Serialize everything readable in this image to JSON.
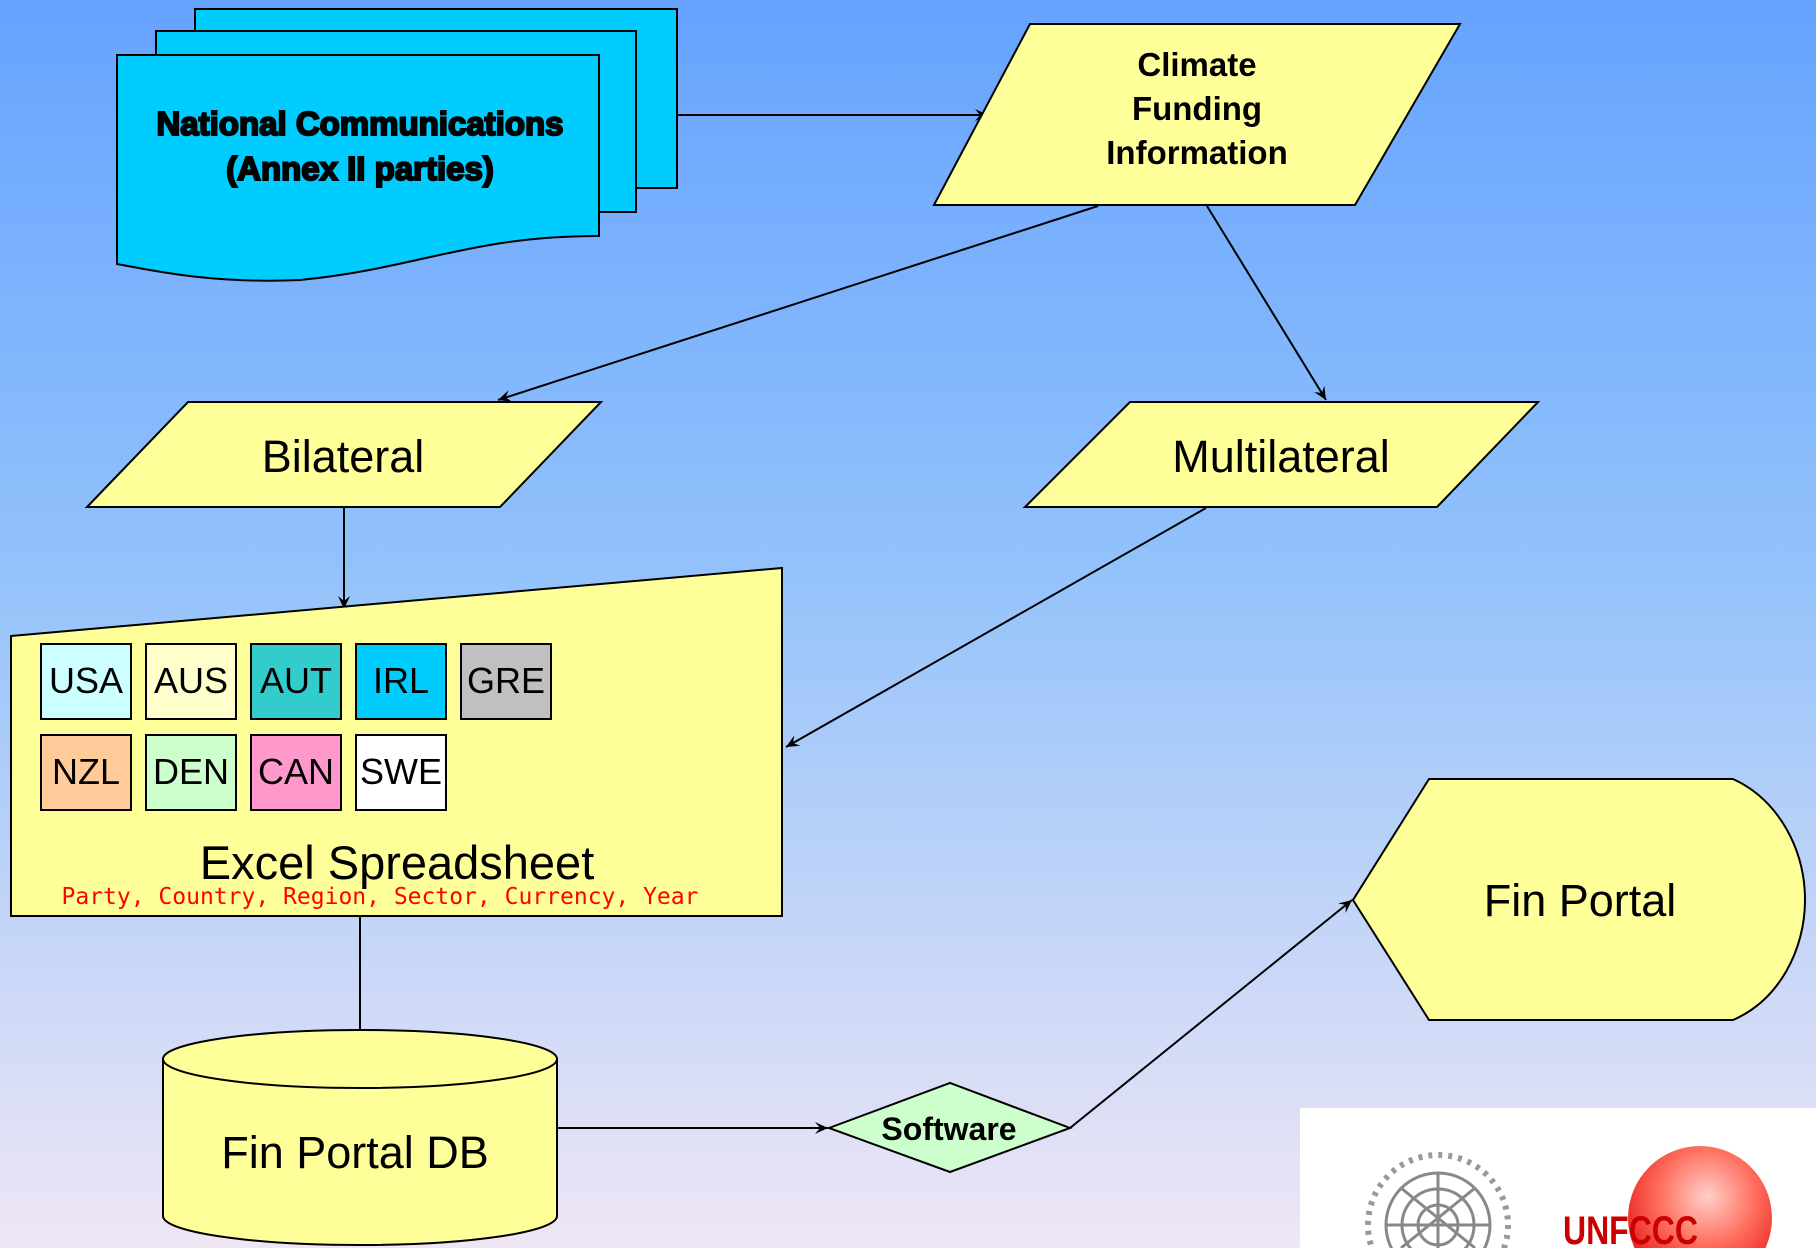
{
  "nodes": {
    "national_communications": {
      "line1": "National Communications",
      "line2": "(Annex II parties)"
    },
    "climate_funding": {
      "line1": "Climate",
      "line2": "Funding",
      "line3": "Information"
    },
    "bilateral": {
      "label": "Bilateral"
    },
    "multilateral": {
      "label": "Multilateral"
    },
    "excel_spreadsheet": {
      "label": "Excel Spreadsheet",
      "fields": "Party, Country, Region, Sector, Currency, Year",
      "countries": [
        {
          "code": "USA",
          "color": "#ccffff"
        },
        {
          "code": "AUS",
          "color": "#ffffcc"
        },
        {
          "code": "AUT",
          "color": "#33cccc"
        },
        {
          "code": "IRL",
          "color": "#00ccff"
        },
        {
          "code": "GRE",
          "color": "#c0c0c0"
        },
        {
          "code": "NZL",
          "color": "#ffcc99"
        },
        {
          "code": "DEN",
          "color": "#ccffcc"
        },
        {
          "code": "CAN",
          "color": "#ff99cc"
        },
        {
          "code": "SWE",
          "color": "#ffffff"
        }
      ]
    },
    "fin_portal_db": {
      "label": "Fin Portal DB"
    },
    "software": {
      "label": "Software"
    },
    "fin_portal": {
      "label": "Fin Portal"
    }
  },
  "logos": {
    "un_emblem": "un-emblem",
    "unfccc": {
      "text": "UNFCCC"
    }
  },
  "colors": {
    "background_top": "#66a3ff",
    "background_bottom": "#efe6f5",
    "shape_fill": "#ffff99",
    "document_fill": "#00ccff",
    "decision_fill": "#ccffcc",
    "fields_text": "#ff0000"
  }
}
